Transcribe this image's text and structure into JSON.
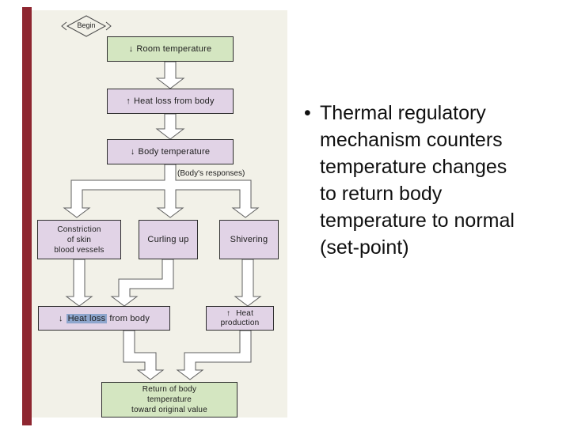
{
  "bullet_block": {
    "marker": "•",
    "lines": [
      "Thermal regulatory",
      "mechanism counters",
      "temperature changes",
      "to return body",
      "temperature to normal",
      "(set-point)"
    ]
  },
  "diagram": {
    "begin": "Begin",
    "responses_label": "(Body's responses)",
    "room": {
      "glyph": "↓",
      "label": "Room temperature"
    },
    "heat_loss_top": {
      "glyph": "↑",
      "label": "Heat loss from body"
    },
    "body_temp": {
      "glyph": "↓",
      "label": "Body temperature"
    },
    "constriction": {
      "lines": [
        "Constriction",
        "of skin",
        "blood vessels"
      ]
    },
    "curling": {
      "label": "Curling up"
    },
    "shivering": {
      "label": "Shivering"
    },
    "heat_loss_bottom": {
      "glyph": "↓",
      "highlight": "Heat loss",
      "rest": "from body"
    },
    "heat_production": {
      "glyph": "↑",
      "line1": "Heat",
      "line2": "production"
    },
    "return_box": {
      "lines": [
        "Return of body",
        "temperature",
        "toward original value"
      ]
    }
  },
  "colors": {
    "accent_bar": "#8e2630",
    "panel_bg": "#f2f1e8",
    "box_green": "#d4e6c1",
    "box_lavender": "#e1d3e6",
    "selection_highlight": "#8ea6cd",
    "arrow_fill": "#ffffff"
  }
}
